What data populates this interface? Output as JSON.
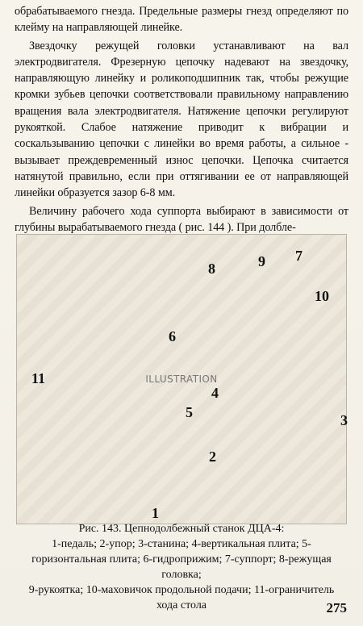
{
  "text": {
    "paragraphs": [
      "обрабатываемого гнезда. Предельные размеры гнезд определяют по клейму на направляющей линейке.",
      "Звездочку режущей головки устанавливают на вал электродвигателя. Фрезерную цепочку надевают на звездочку, направляющую линейку и роликоподшипник так, чтобы режущие кромки зубьев цепочки соответствовали правильному направлению вращения вала электродвигателя. Натяжение цепочки регулируют рукояткой. Слабое натяжение приводит к вибрации и соскальзыванию цепочки с линейки во время работы, а сильное - вызывает преждевременный износ цепочки. Цепочка считается натянутой правильно, если при оттягивании ее от направляющей линейки образуется зазор 6-8 мм.",
      "Величину рабочего хода суппорта выбирают в зависимости от глубины вырабатываемого гнезда ( рис. 144 ). При долбле-"
    ]
  },
  "figure": {
    "callouts": [
      "1",
      "2",
      "3",
      "4",
      "5",
      "6",
      "7",
      "8",
      "9",
      "10",
      "11"
    ]
  },
  "caption": {
    "lines": [
      "Рис. 143. Цепнодолбежный станок ДЦА-4:",
      "1-педаль; 2-упор; 3-станина; 4-вертикальная плита; 5-горизонтальная плита; 6-гидроприжим; 7-суппорт; 8-режущая головка;",
      "9-рукоятка; 10-маховичок продольной подачи; 11-ограничитель",
      "хода стола"
    ]
  },
  "page": {
    "number": "275"
  }
}
